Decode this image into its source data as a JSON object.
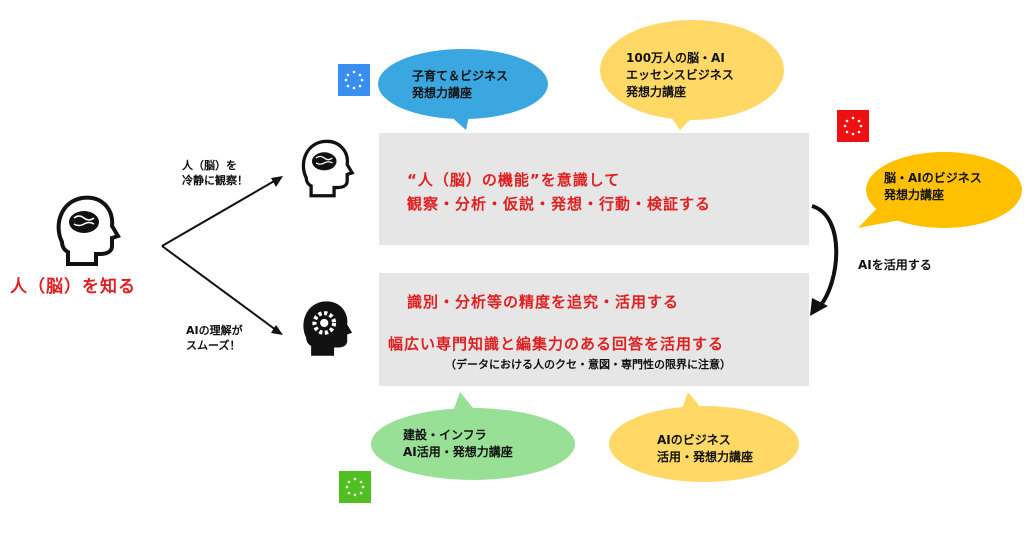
{
  "left": {
    "label": "人（脳）を知る"
  },
  "arrows": {
    "upper_label_line1": "人（脳）を",
    "upper_label_line2": "冷静に観察！",
    "lower_label_line1": "AIの理解が",
    "lower_label_line2": "スムーズ！"
  },
  "top_box": {
    "line1": "“人（脳）の機能”を意識して",
    "line2": "観察・分析・仮説・発想・行動・検証する"
  },
  "bottom_box": {
    "line1": "識別・分析等の精度を追究・活用する",
    "line2": "幅広い専門知識と編集力のある回答を活用する",
    "note": "（データにおける人のクセ・意図・専門性の限界に注意）"
  },
  "curved_arrow_label": "AIを活用する",
  "bubbles": {
    "top_left": {
      "line1": "子育て＆ビジネス",
      "line2": "発想力講座",
      "color": "#3aa7e0"
    },
    "top_right": {
      "line1": "100万人の脳・AI",
      "line2": "エッセンスビジネス",
      "line3": "発想力講座",
      "color": "#ffd866"
    },
    "right": {
      "line1": "脳・AIのビジネス",
      "line2": "発想力講座",
      "color": "#ffc000"
    },
    "bottom_left": {
      "line1": "建設・インフラ",
      "line2": "AI活用・発想力講座",
      "color": "#98e095"
    },
    "bottom_right": {
      "line1": "AIのビジネス",
      "line2": "活用・発想力講座",
      "color": "#ffd866"
    }
  },
  "colors": {
    "accent_red": "#e02020",
    "box_gray": "#e6e6e6",
    "square_blue": "#3a8ef0",
    "square_red": "#ee1111",
    "square_green": "#50c020"
  },
  "icons": [
    "head-brain-icon",
    "head-gear-icon",
    "spinner-icon"
  ]
}
